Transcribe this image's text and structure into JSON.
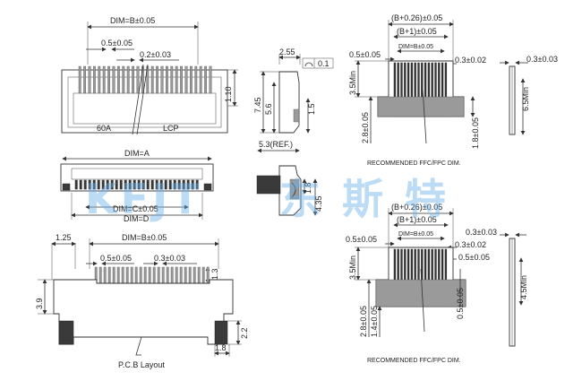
{
  "watermark": "KFJT东斯特",
  "top_view": {
    "dim_b": "DIM=B±0.05",
    "pitch": "0.5±0.05",
    "contact_width": "0.2±0.03",
    "height_right": "1.10",
    "label_left": "60A",
    "label_right": "LCP"
  },
  "front_view": {
    "dim_a": "DIM=A",
    "dim_c": "DIM=C±0.05",
    "dim_d": "DIM=D"
  },
  "side_view": {
    "width": "2.55",
    "flatness": "0.1",
    "height_total": "7.45",
    "height_body": "5.6",
    "height_latch": "1.5",
    "ref_width": "5.3(REF.)",
    "latch_h": "1.8",
    "latch_h2": "4.35"
  },
  "pcb": {
    "edge": "1.25",
    "dim_b": "DIM=B±0.05",
    "pitch": "0.5±0.05",
    "pad_width": "0.3±0.03",
    "pad_len": "1.3",
    "height_left": "3.9",
    "height_right": "2.2",
    "bottom_width": "1.8",
    "caption": "P.C.B Layout"
  },
  "ffc1": {
    "overall": "(B+0.26)±0.05",
    "b_plus_1": "(B+1)±0.05",
    "dim_b": "DIM=B±0.05",
    "pitch": "0.5±0.05",
    "conductor": "0.3±0.02",
    "thickness": "0.3±0.03",
    "min_len": "3.5Min",
    "stiff_len": "2.8±0.05",
    "side_len": "1.8±0.05",
    "right_min": "6.5Min",
    "caption": "RECOMMENDED FFC/FPC DIM."
  },
  "ffc2": {
    "overall": "(B+0.26)±0.05",
    "b_plus_1": "(B+1)±0.05",
    "dim_b": "DIM=B±0.05",
    "pitch_left": "0.5±0.05",
    "conductor": "0.3±0.02",
    "pitch_right": "0.5±0.05",
    "thickness": "0.3±0.03",
    "min_len": "3.5Min",
    "stiff_len": "2.8±0.05",
    "mid_len": "1.4±0.05",
    "side_len": "0.5±0.05",
    "right_min": "4.5Min",
    "caption": "RECOMMENDED FFC/FPC DIM."
  }
}
